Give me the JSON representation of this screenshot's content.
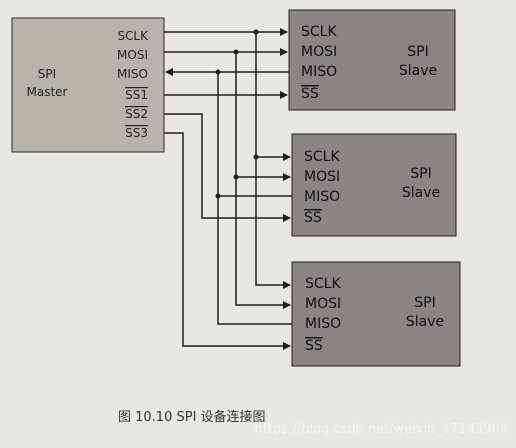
{
  "master": {
    "title_line1": "SPI",
    "title_line2": "Master",
    "pins": [
      "SCLK",
      "MOSI",
      "MISO",
      "SS1",
      "SS2",
      "SS3"
    ]
  },
  "slaves": [
    {
      "pins": [
        "SCLK",
        "MOSI",
        "MISO",
        "SS"
      ],
      "title_line1": "SPI",
      "title_line2": "Slave"
    },
    {
      "pins": [
        "SCLK",
        "MOSI",
        "MISO",
        "SS"
      ],
      "title_line1": "SPI",
      "title_line2": "Slave"
    },
    {
      "pins": [
        "SCLK",
        "MOSI",
        "MISO",
        "SS"
      ],
      "title_line1": "SPI",
      "title_line2": "Slave"
    }
  ],
  "caption": "图 10.10   SPI 设备连接图",
  "watermark": "https://blog.csdn.net/weixin_47143904",
  "colors": {
    "box_master": "#b7b4ad",
    "box_slave": "#898683",
    "wire": "#1f1f1f",
    "page": "#e9e7e1"
  }
}
